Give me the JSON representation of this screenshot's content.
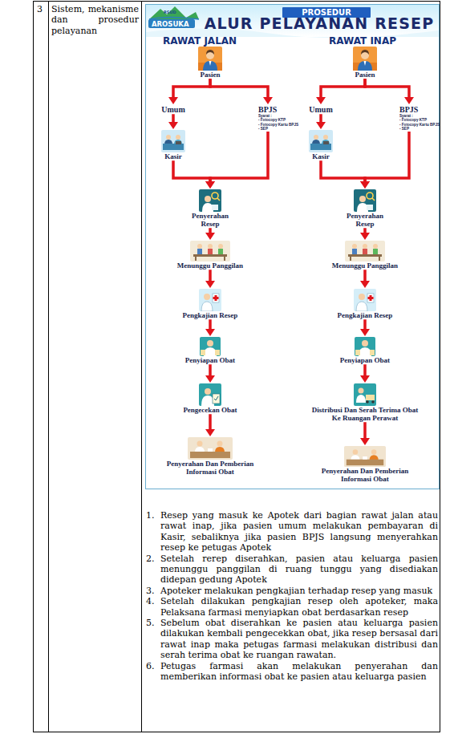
{
  "diagram": {
    "title": "ALUR PELAYANAN RESEP",
    "nodes": [
      {
        "text": [
          "Pasien"
        ]
      },
      {
        "text": [
          "Umum"
        ]
      },
      {
        "text": [
          "BPJS",
          "Syarat :",
          "- Fotocopy KTP",
          "- Fotocopy Kartu BPJS",
          "- SEP"
        ]
      },
      {
        "text": [
          "Kasir"
        ]
      },
      {
        "text": [
          "Penyerahan Resep"
        ]
      },
      {
        "text": [
          "Menunggu Panggilan"
        ]
      },
      {
        "text": [
          "Pengkajian Resep"
        ]
      },
      {
        "text": [
          "Penyiapan Obat"
        ]
      },
      {
        "text": [
          "Pengecekan Obat"
        ]
      },
      {
        "text": [
          "Penyerahan Dan Pemberian Informasi Obat"
        ]
      },
      {
        "text": [
          "Pasien"
        ]
      },
      {
        "text": [
          "Umum"
        ]
      },
      {
        "text": [
          "BPJS",
          "Syarat :",
          "- Fotocopy KTP",
          "- Fotocopy Kartu BPJS",
          "- SEP"
        ]
      },
      {
        "text": [
          "Kasir"
        ]
      },
      {
        "text": [
          "Penyerahan Resep"
        ]
      },
      {
        "text": [
          "Menunggu Panggilan"
        ]
      },
      {
        "text": [
          "Pengkajian Resep"
        ]
      },
      {
        "text": [
          "Penyiapan Obat"
        ]
      },
      {
        "text": [
          "Distribusi Dan Serah Terima Obat Ke Ruangan Perawat"
        ]
      },
      {
        "text": [
          "Penyerahan Dan Pemberian Informasi Obat"
        ]
      }
    ],
    "edges": [
      {
        "from": 0,
        "to": 1,
        "arrow": "to"
      },
      {
        "from": 0,
        "to": 2,
        "arrow": "to"
      },
      {
        "from": 1,
        "to": 3,
        "arrow": "to"
      },
      {
        "from": 3,
        "to": 4,
        "arrow": "to"
      },
      {
        "from": 2,
        "to": 4,
        "arrow": "to"
      },
      {
        "from": 4,
        "to": 5,
        "arrow": "to"
      },
      {
        "from": 5,
        "to": 6,
        "arrow": "to"
      },
      {
        "from": 6,
        "to": 7,
        "arrow": "to"
      },
      {
        "from": 7,
        "to": 8,
        "arrow": "to"
      },
      {
        "from": 8,
        "to": 9,
        "arrow": "to"
      },
      {
        "from": 10,
        "to": 11,
        "arrow": "to"
      },
      {
        "from": 10,
        "to": 12,
        "arrow": "to"
      },
      {
        "from": 11,
        "to": 13,
        "arrow": "to"
      },
      {
        "from": 13,
        "to": 14,
        "arrow": "to"
      },
      {
        "from": 12,
        "to": 14,
        "arrow": "to"
      },
      {
        "from": 14,
        "to": 15,
        "arrow": "to"
      },
      {
        "from": 15,
        "to": 16,
        "arrow": "to"
      },
      {
        "from": 16,
        "to": 17,
        "arrow": "to"
      },
      {
        "from": 17,
        "to": 18,
        "arrow": "to"
      },
      {
        "from": 18,
        "to": 19,
        "arrow": "to"
      }
    ],
    "labels": [
      "RSUD",
      "AROSUKA",
      "PROSEDUR",
      "RAWAT JALAN",
      "RAWAT INAP",
      "3",
      "Sistem, mekanisme dan prosedur pelayanan",
      "1.",
      "Resep yang masuk ke Apotek dari bagian rawat jalan atau rawat inap, jika pasien umum melakukan pembayaran di Kasir, sebaliknya jika pasien BPJS langsung menyerahkan resep ke petugas Apotek",
      "2.",
      "Setelah rerep diserahkan, pasien atau keluarga pasien menunggu panggilan di ruang tunggu yang disediakan didepan gedung Apotek",
      "3.",
      "Apoteker melakukan pengkajian terhadap resep yang masuk",
      "4.",
      "Setelah dilakukan pengkajian resep oleh apoteker, maka Pelaksana farmasi menyiapkan obat berdasarkan resep",
      "5.",
      "Sebelum obat diserahkan ke pasien atau keluarga pasien dilakukan kembali pengecekkan obat, jika resep bersasal dari rawat inap maka petugas farmasi melakukan distribusi dan serah terima obat ke ruangan rawatan.",
      "6.",
      "Petugas farmasi akan melakukan penyerahan dan memberikan informasi obat ke pasien atau keluarga pasien"
    ]
  }
}
